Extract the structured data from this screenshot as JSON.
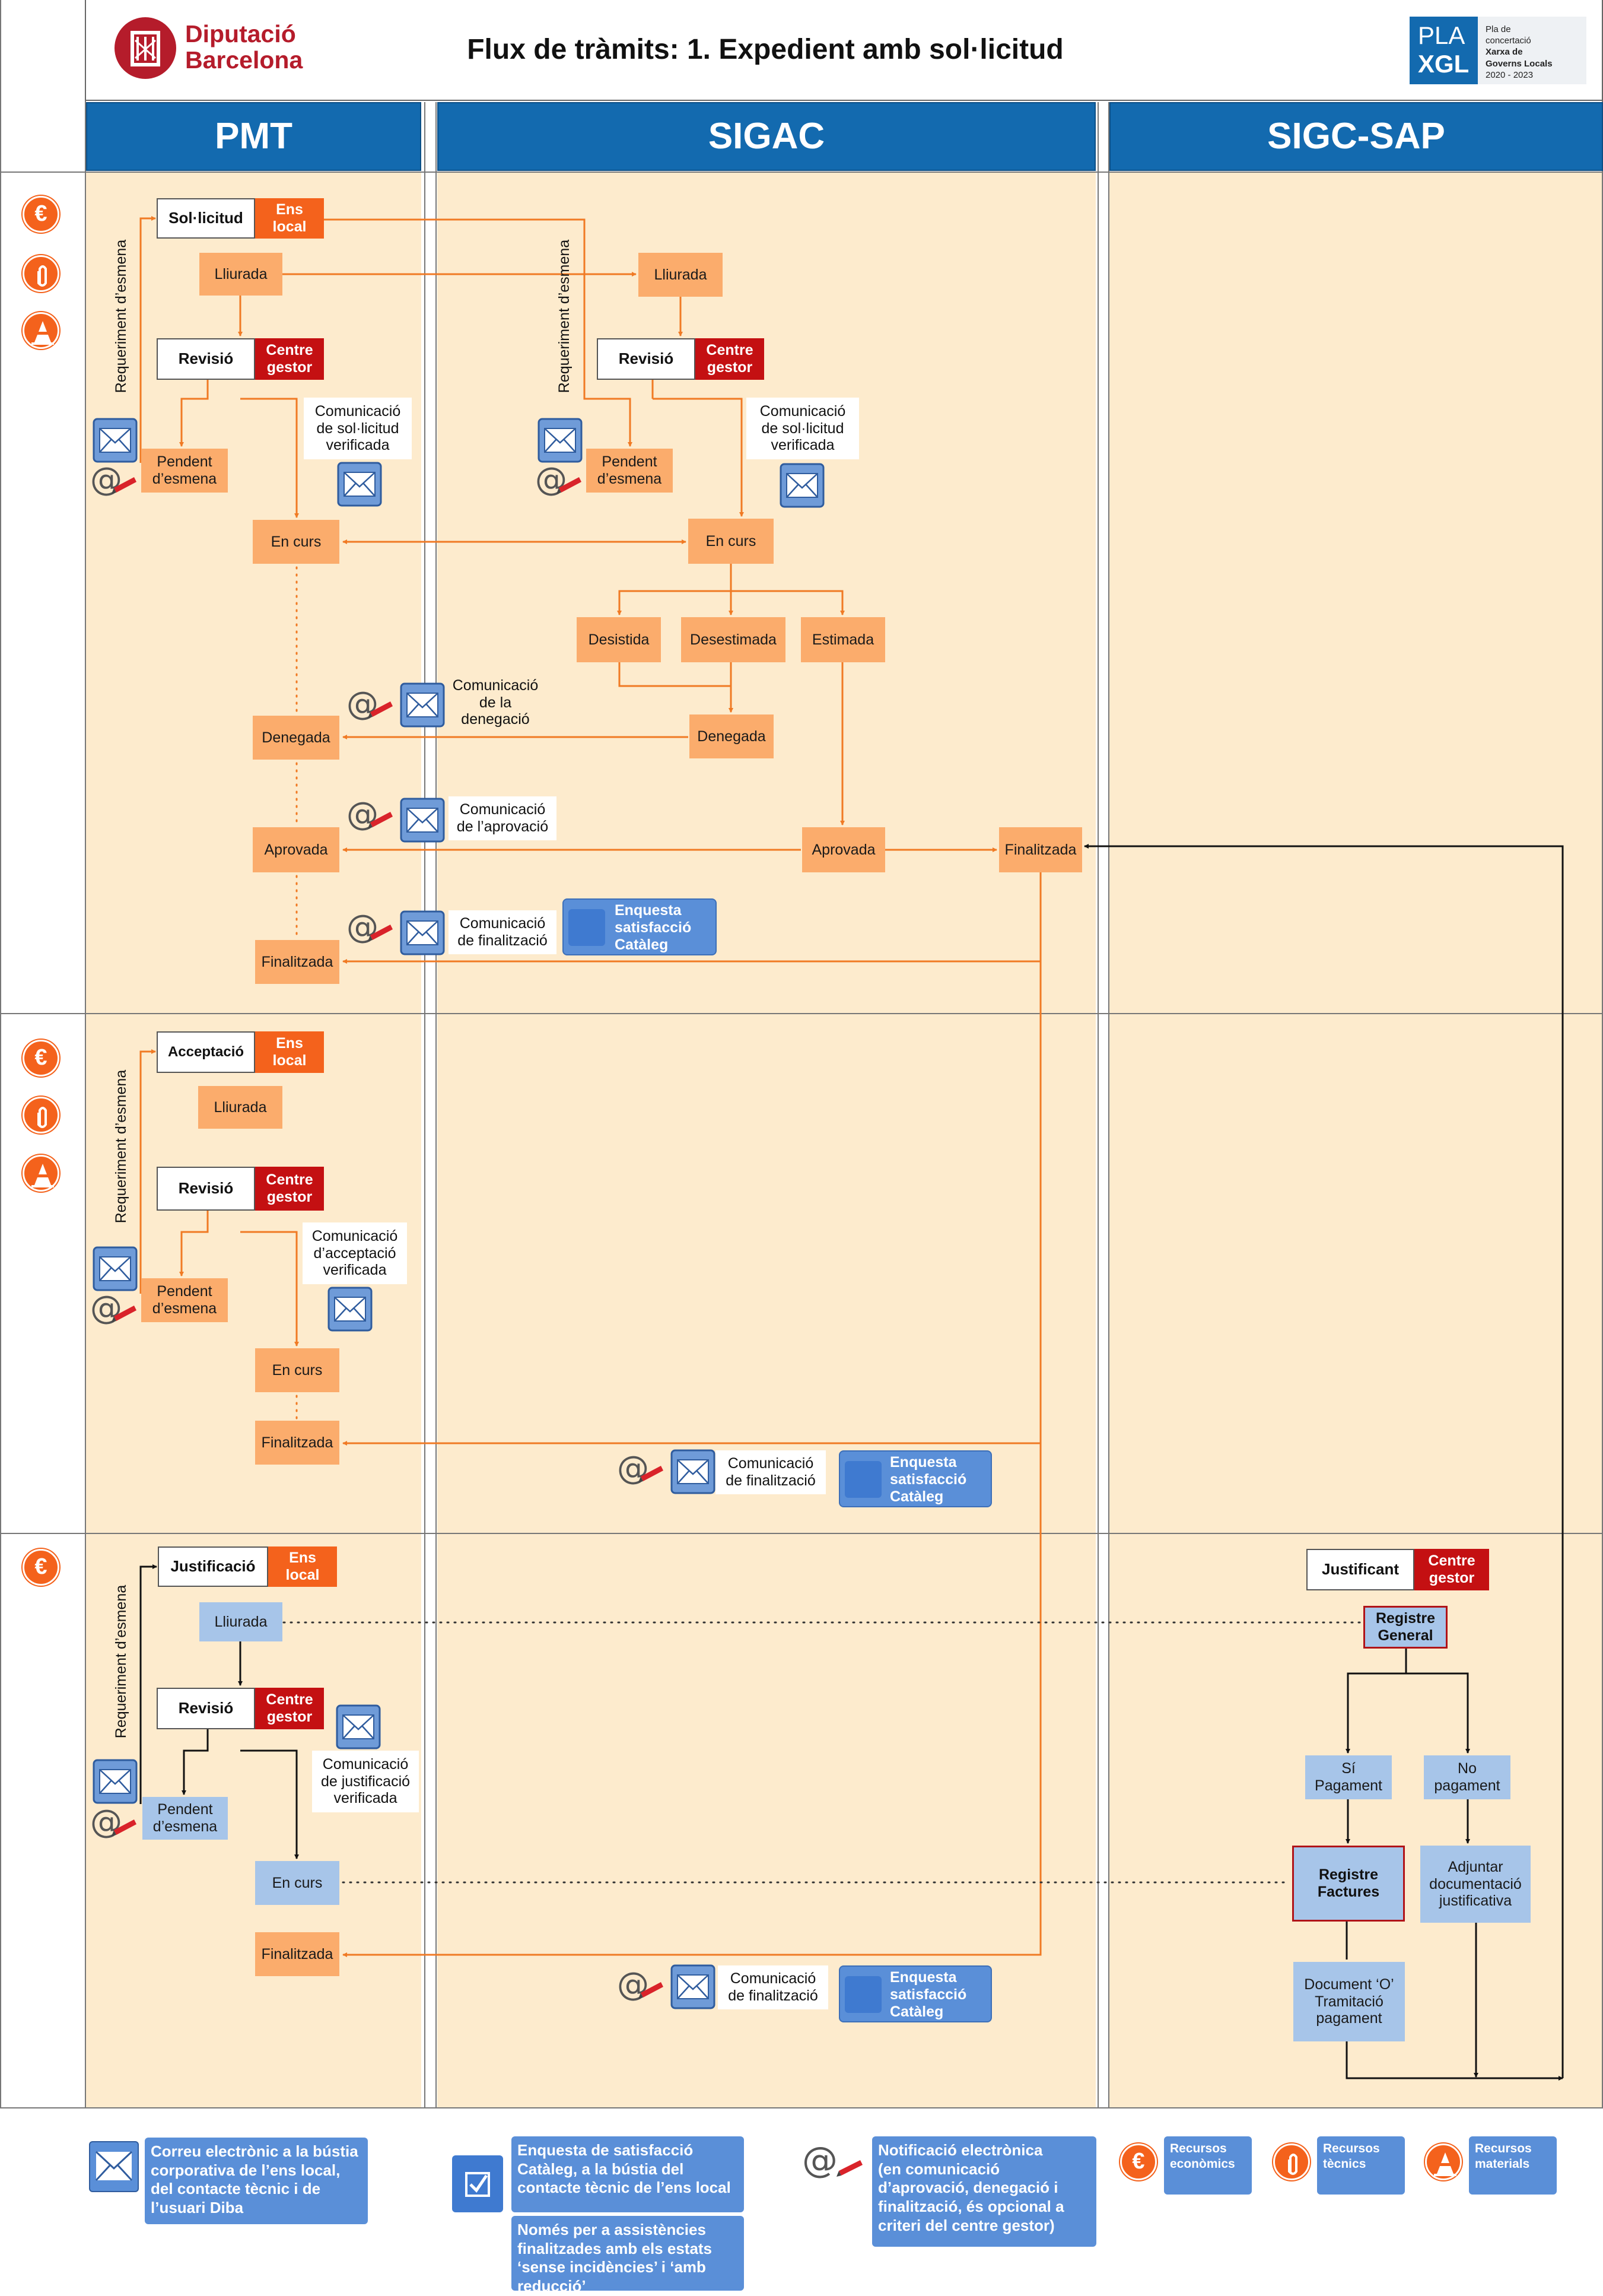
{
  "header": {
    "org_line1": "Diputació",
    "org_line2": "Barcelona",
    "title": "Flux de tràmits: 1. Expedient amb sol·licitud",
    "pla_brand1": "PLA",
    "pla_brand2": "XGL",
    "pla_text1": "Pla de",
    "pla_text2": "concertació",
    "pla_text3": "Xarxa de",
    "pla_text4": "Governs Locals",
    "pla_text5": "2020 - 2023"
  },
  "columns": {
    "pmt": "PMT",
    "sigac": "SIGAC",
    "sigc": "SIGC-SAP"
  },
  "tags": {
    "ens_line1": "Ens",
    "ens_line2": "local",
    "cg_line1": "Centre",
    "cg_line2": "gestor"
  },
  "s1": {
    "solicitud": "Sol·licitud",
    "lliurada": "Lliurada",
    "revisio": "Revisió",
    "req": "Requeriment d’esmena",
    "pend1": "Pendent",
    "pend2": "d’esmena",
    "com_verif1": "Comunicació",
    "com_verif2": "de sol·licitud",
    "com_verif3": "verificada",
    "en_curs": "En curs",
    "desistida": "Desistida",
    "desestimada": "Desestimada",
    "estimada": "Estimada",
    "denegada": "Denegada",
    "com_den1": "Comunicació",
    "com_den2": "de la",
    "com_den3": "denegació",
    "aprovada": "Aprovada",
    "com_apr1": "Comunicació",
    "com_apr2": "de l’aprovació",
    "finalitzada": "Finalitzada",
    "com_fin1": "Comunicació",
    "com_fin2": "de finalització",
    "enq1": "Enquesta",
    "enq2": "satisfacció",
    "enq3": "Catàleg"
  },
  "s2": {
    "acceptacio": "Acceptació",
    "lliurada": "Lliurada",
    "revisio": "Revisió",
    "req": "Requeriment d’esmena",
    "pend1": "Pendent",
    "pend2": "d’esmena",
    "com1": "Comunicació",
    "com2": "d’acceptació",
    "com3": "verificada",
    "en_curs": "En curs",
    "finalitzada": "Finalitzada",
    "com_fin1": "Comunicació",
    "com_fin2": "de finalització",
    "enq1": "Enquesta",
    "enq2": "satisfacció",
    "enq3": "Catàleg"
  },
  "s3": {
    "justificacio": "Justificació",
    "lliurada": "Lliurada",
    "revisio": "Revisió",
    "req": "Requeriment d’esmena",
    "pend1": "Pendent",
    "pend2": "d’esmena",
    "com1": "Comunicació",
    "com2": "de justificació",
    "com3": "verificada",
    "en_curs": "En curs",
    "finalitzada": "Finalitzada",
    "com_fin1": "Comunicació",
    "com_fin2": "de finalització",
    "enq1": "Enquesta",
    "enq2": "satisfacció",
    "enq3": "Catàleg",
    "justificant": "Justificant",
    "reg_gen1": "Registre",
    "reg_gen2": "General",
    "si1": "Sí",
    "si2": "Pagament",
    "no1": "No",
    "no2": "pagament",
    "reg_fac1": "Registre",
    "reg_fac2": "Factures",
    "adj1": "Adjuntar",
    "adj2": "documentació",
    "adj3": "justificativa",
    "doc1": "Document ‘O’",
    "doc2": "Tramitació",
    "doc3": "pagament"
  },
  "legend": {
    "mail1": "Correu electrònic a la bústia",
    "mail2": "corporativa de l’ens local,",
    "mail3": "del contacte tècnic i de",
    "mail4": "l’usuari Diba",
    "enq1": "Enquesta de satisfacció",
    "enq2": "Catàleg, a la bústia del",
    "enq3": "contacte tècnic de l’ens local",
    "enq_b1": "Només per a assistències",
    "enq_b2": "finalitzades amb els estats",
    "enq_b3": "‘sense incidències’ i ‘amb",
    "enq_b4": "reducció’",
    "notif1": "Notificació electrònica",
    "notif2": "(en comunicació",
    "notif3": "d’aprovació, denegació i",
    "notif4": "finalització, és opcional a",
    "notif5": "criteri del centre gestor)",
    "rec_eco1": "Recursos",
    "rec_eco2": "econòmics",
    "rec_tec1": "Recursos",
    "rec_tec2": "tècnics",
    "rec_mat1": "Recursos",
    "rec_mat2": "materials"
  },
  "icons": {
    "mail": "envelope-icon",
    "notification": "at-sign-pen-icon",
    "survey": "checkbox-icon",
    "euro": "euro-icon",
    "clip": "paperclip-icon",
    "cone": "traffic-cone-icon"
  },
  "colors": {
    "header_blue": "#136aaf",
    "lane_beige": "#fdebcd",
    "state_orange": "#fbac6c",
    "state_blue": "#a7c5e9",
    "ens_local": "#f4621c",
    "centre_gestor": "#c41012",
    "arrow_orange": "#f07a24",
    "legend_blue": "#5a8fd8"
  }
}
